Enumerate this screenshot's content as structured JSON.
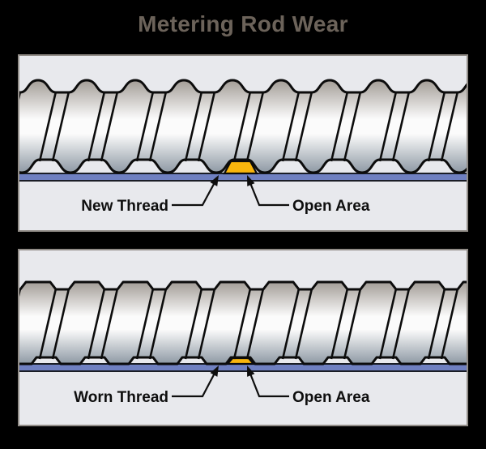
{
  "title": "Metering Rod Wear",
  "panels": [
    {
      "id": "new",
      "condition": "new",
      "thread_label": "New Thread",
      "open_label": "Open Area"
    },
    {
      "id": "worn",
      "condition": "worn",
      "thread_label": "Worn Thread",
      "open_label": "Open Area"
    }
  ],
  "colors": {
    "background": "#000000",
    "title_text": "#6c635a",
    "panel_background": "#e8e9ed",
    "panel_border": "#928d88",
    "rod_outline": "#0c0c0c",
    "rod_gradient_top": "#a39d97",
    "rod_gradient_middle": "#fbfbfb",
    "rod_gradient_bottom": "#8e99a4",
    "blade": "#6f80c1",
    "blade_outline": "#1a1d26",
    "open_area": "#f9b60d",
    "label_text": "#0e0e0e",
    "leader_line": "#0e0e0e"
  }
}
